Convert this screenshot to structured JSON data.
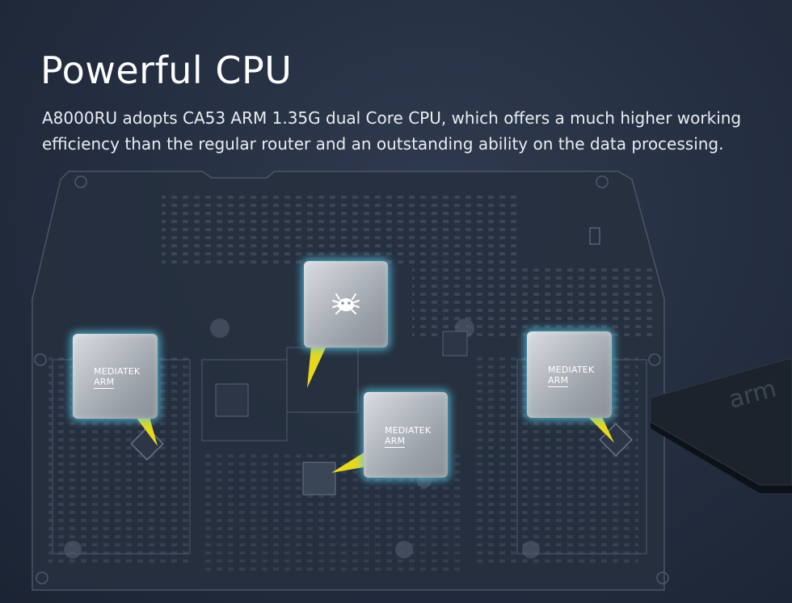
{
  "heading": {
    "title": "Powerful CPU",
    "description": "A8000RU adopts CA53 ARM 1.35G dual Core CPU, which offers a much higher working efficiency than the regular router and an outstanding ability on the data processing."
  },
  "chips": [
    {
      "brand": "MEDIATEK",
      "sub": "ARM"
    },
    {
      "brand": "MEDIATEK",
      "sub": "ARM"
    },
    {
      "brand": "MEDIATEK",
      "sub": "ARM"
    }
  ],
  "decor": {
    "arm_chip_text": "arm",
    "center_chip_icon": "realtek-crab-logo-icon",
    "glow_color": "#5ac8e6",
    "pointer_color": "#f2e21a"
  }
}
